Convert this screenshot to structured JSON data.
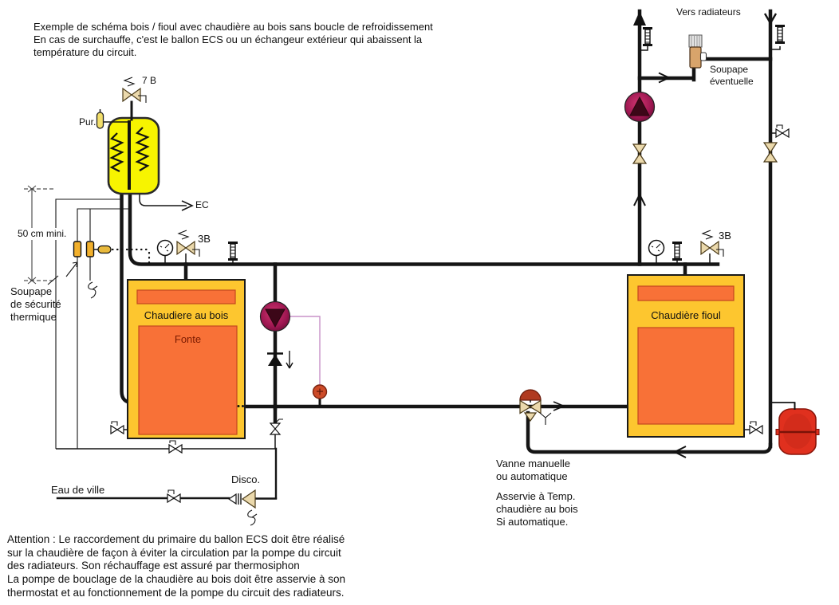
{
  "header": {
    "text": "Exemple de schéma bois / fioul avec chaudière au bois sans boucle de refroidissement\nEn cas de surchauffe, c'est le ballon ECS ou un échangeur extérieur qui abaissent la\ntempérature du circuit."
  },
  "labels": {
    "vers_radiateurs": "Vers radiateurs",
    "soupape_eventuelle": "Soupape\néventuelle",
    "pur": "Pur.",
    "valve_7b": "7 B",
    "ec": "EC",
    "distance_min": "50 cm mini.",
    "soupape_thermique": "Soupape\nde sécurité\nthermique",
    "chaudiere_bois": "Chaudiere au bois",
    "fonte": "Fonte",
    "chaudiere_fioul": "Chaudière fioul",
    "valve_3b_bois": "3B",
    "valve_3b_fioul": "3B",
    "vanne_manuelle": "Vanne manuelle\nou automatique",
    "asservie": "Asservie à Temp.\nchaudière au bois\n Si automatique.",
    "eau_de_ville": "Eau de ville",
    "disco": "Disco."
  },
  "notes": {
    "attention": "Attention : Le raccordement du primaire du ballon ECS doit être réalisé\nsur la chaudière de façon à éviter la circulation par la pompe du circuit\ndes radiateurs. Son réchauffage est assuré par thermosiphon",
    "pompe": " La pompe de bouclage de la chaudière au bois doit être asservie à son\nthermostat et au fonctionnement de la pompe du circuit des radiateurs."
  },
  "colors": {
    "tank_yellow": "#F7F400",
    "boiler_gold": "#FDC62F",
    "boiler_orange": "#F87137",
    "pump_body": "#A8195B",
    "pump_rotor": "#3C0718",
    "valve_tan": "#EBD9AC",
    "actuator_red": "#B03A20",
    "sensor_orange": "#CD4B28",
    "signal_purple": "#C892C8",
    "vessel_red": "#E0301E",
    "pipe_black": "#151515"
  }
}
